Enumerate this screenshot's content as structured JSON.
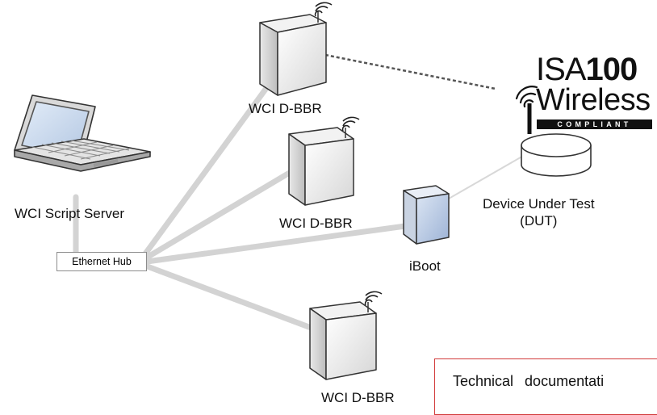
{
  "labels": {
    "script_server": "WCI Script Server",
    "hub": "Ethernet Hub",
    "bbr_top": "WCI D-BBR",
    "bbr_middle": "WCI D-BBR",
    "bbr_bottom": "WCI D-BBR",
    "iboot": "iBoot",
    "dut_line1": "Device Under Test",
    "dut_line2": "(DUT)"
  },
  "logo": {
    "isa": "ISA",
    "number": "100",
    "wireless": "Wireless",
    "compliant": "COMPLIANT"
  },
  "note": {
    "text": "Technical documentati"
  },
  "colors": {
    "link": "#d3d3d3",
    "note_border": "#d23a3a",
    "screen": "#bcd0e8",
    "iboot_face": "#b7c8e2"
  }
}
